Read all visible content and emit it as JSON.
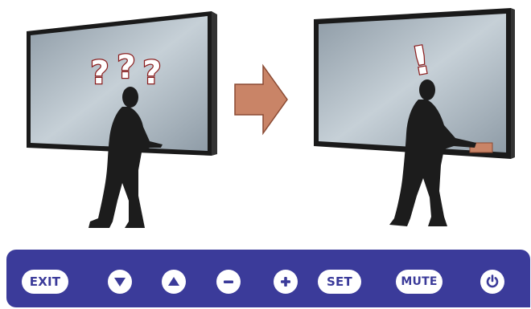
{
  "scene_left": {
    "question_marks": [
      "?",
      "?",
      "?"
    ]
  },
  "scene_right": {
    "exclamation": "!"
  },
  "control_panel": {
    "buttons": [
      {
        "label": "EXIT",
        "name": "exit-button"
      },
      {
        "icon": "triangle-down-icon",
        "name": "down-button"
      },
      {
        "icon": "triangle-up-icon",
        "name": "up-button"
      },
      {
        "icon": "minus-icon",
        "name": "minus-button"
      },
      {
        "icon": "plus-icon",
        "name": "plus-button"
      },
      {
        "label": "SET",
        "name": "set-button"
      },
      {
        "label": "MUTE",
        "name": "mute-button"
      },
      {
        "icon": "power-icon",
        "name": "power-button"
      }
    ]
  },
  "colors": {
    "panel": "#3b3b9a",
    "arrow": "#c98467",
    "mark_stroke": "#8a1c1c",
    "screen": "#a9b5be"
  }
}
